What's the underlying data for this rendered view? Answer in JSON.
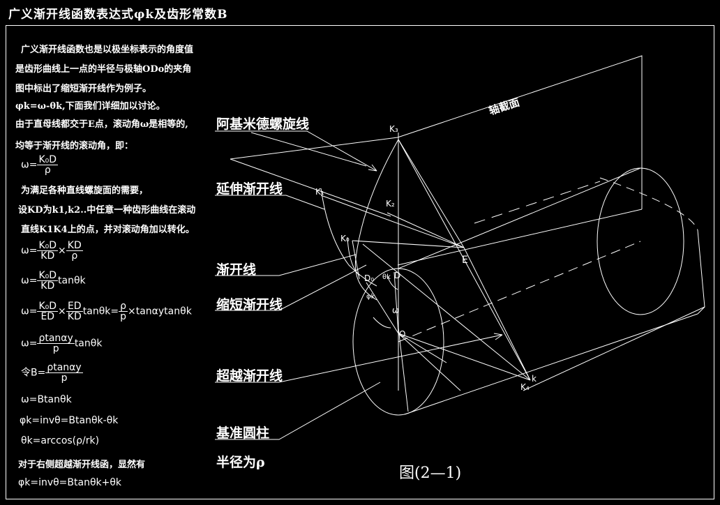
{
  "title": "广义渐开线函数表达式φk及齿形常数B",
  "text": {
    "p1": "广义渐开线函数也是以极坐标表示的角度值",
    "p2": "是齿形曲线上一点的半径与极轴ODo的夹角",
    "p3": "图中标出了缩短渐开线作为例子。",
    "p4": "φk=ω-θk,下面我们详细加以讨论。",
    "p5": "由于直母线都交于E点，滚动角ω是相等的,",
    "p6": "均等于渐开线的滚动角，即：",
    "p7": "为满足各种直线螺旋面的需要，",
    "p8": "设KD为k1,k2..中任意一种齿形曲线在滚动",
    "p9": "直线K1K4上的点，并对滚动角加以转化。",
    "p10": "对于右侧超越渐开线函，显然有"
  },
  "formulas": {
    "f1_lhs": "ω=",
    "f1_num": "K₀D",
    "f1_den": "ρ",
    "f2_lhs": "ω=",
    "f2_n1": "K₀D",
    "f2_d1": "KD",
    "f2_x": "×",
    "f2_n2": "KD",
    "f2_d2": "ρ",
    "f3_lhs": "ω=",
    "f3_num": "K₀D",
    "f3_den": "KD",
    "f3_tail": "tanθk",
    "f4_lhs": "ω=",
    "f4_n1": "K₀D",
    "f4_d1": "ED",
    "f4_x": "×",
    "f4_n2": "ED",
    "f4_d2": "KD",
    "f4_mid": "tanθk=",
    "f4_n3": "ρ",
    "f4_d3": "p",
    "f4_tail": "×tanαytanθk",
    "f5_lhs": "ω=",
    "f5_num": "ρtanαy",
    "f5_den": "p",
    "f5_tail": "tanθk",
    "f6_lhs": "令B=",
    "f6_num": "ρtanαy",
    "f6_den": "p",
    "f7": "ω=Btanθk",
    "f8": "φk=invθ=Btanθk-θk",
    "f9": "θk=arccos(ρ/rk)",
    "f10": "φk=invθ=Btanθk+θk"
  },
  "labels": {
    "archimedes": "阿基米德螺旋线",
    "extended": "延伸渐开线",
    "involute": "渐开线",
    "shortened": "缩短渐开线",
    "over": "超越渐开线",
    "cylinder": "基准圆柱",
    "radius": "半径为ρ",
    "axial": "轴截面"
  },
  "points": {
    "K3": "K₃",
    "K1": "K₁",
    "K2": "K₂",
    "K0": "K₀",
    "E": "E",
    "D0": "D₀",
    "D": "D",
    "O": "O",
    "theta": "θk",
    "phi": "φk",
    "omega": "ω",
    "K4": "K₄",
    "k": "k"
  },
  "caption": "图(2—1)"
}
